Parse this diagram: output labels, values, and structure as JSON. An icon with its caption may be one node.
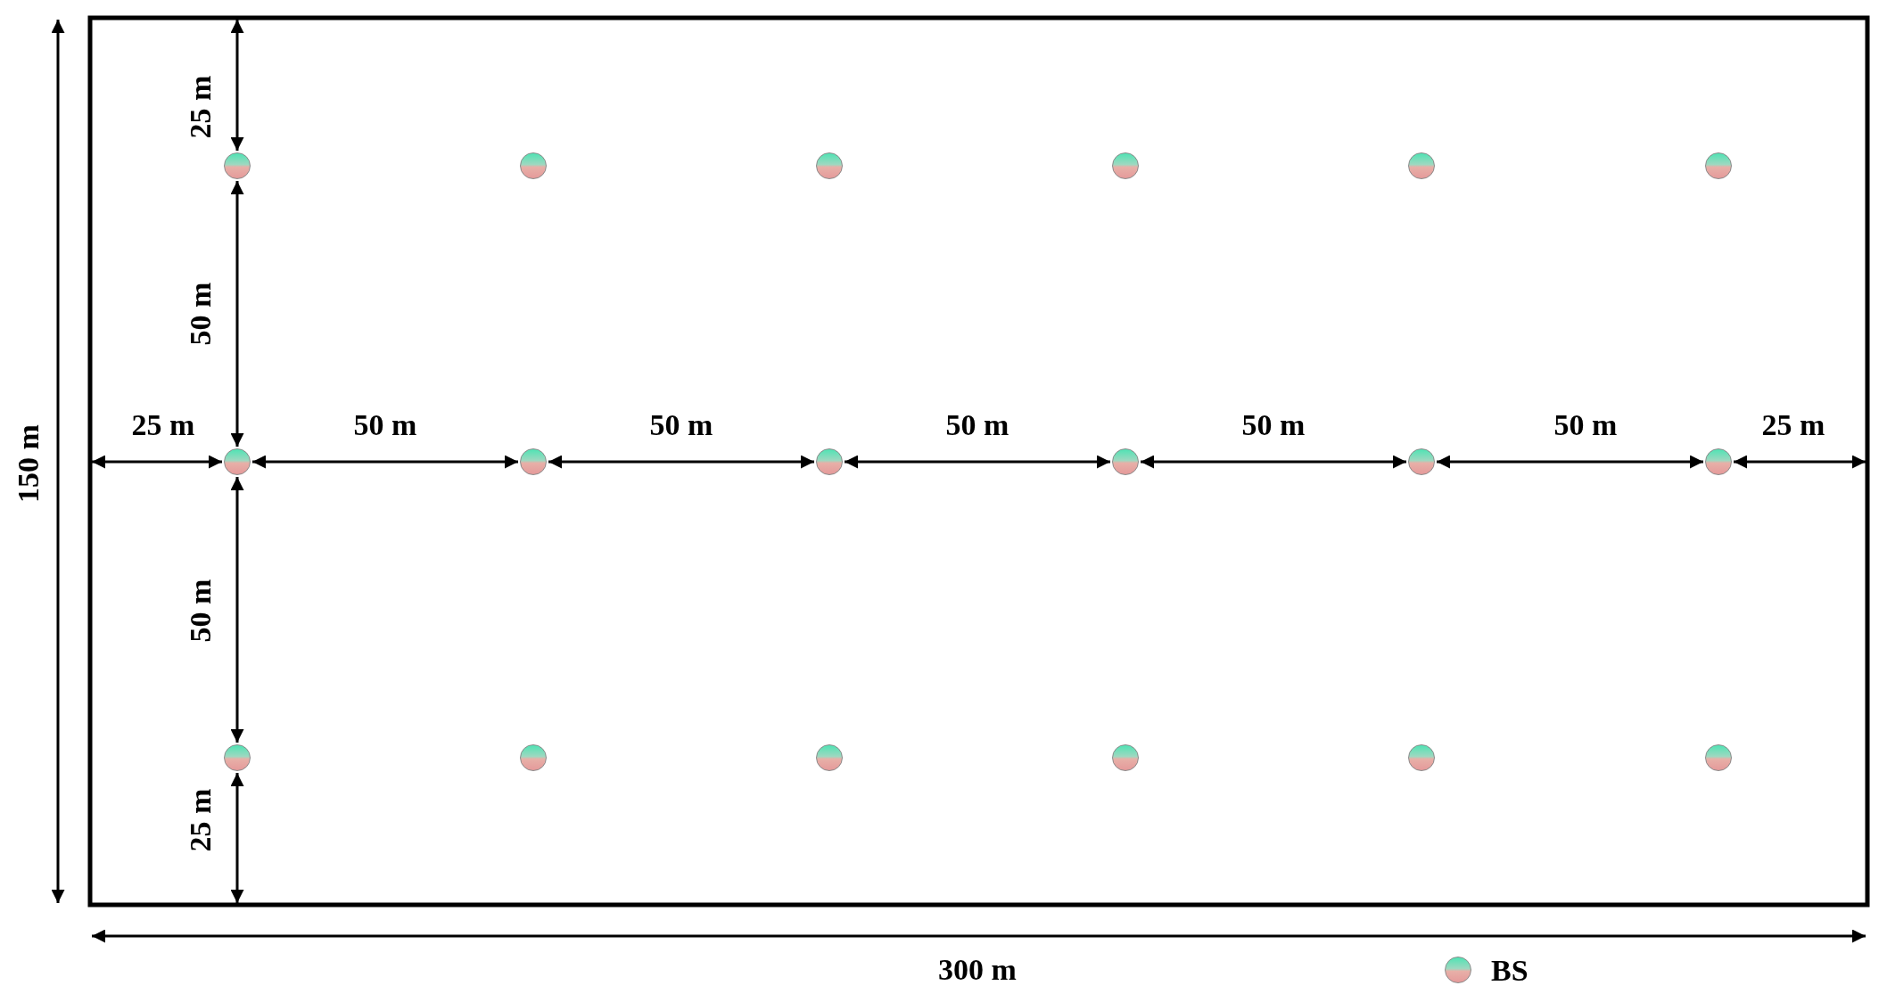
{
  "diagram": {
    "labels": [
      "25 m",
      "50 m",
      "25 m",
      "50 m",
      "50 m",
      "50 m",
      "50 m",
      "50 m",
      "25 m",
      "50 m",
      "25 m",
      "150 m",
      "300 m"
    ],
    "legend": [
      {
        "text": "BS"
      }
    ]
  }
}
